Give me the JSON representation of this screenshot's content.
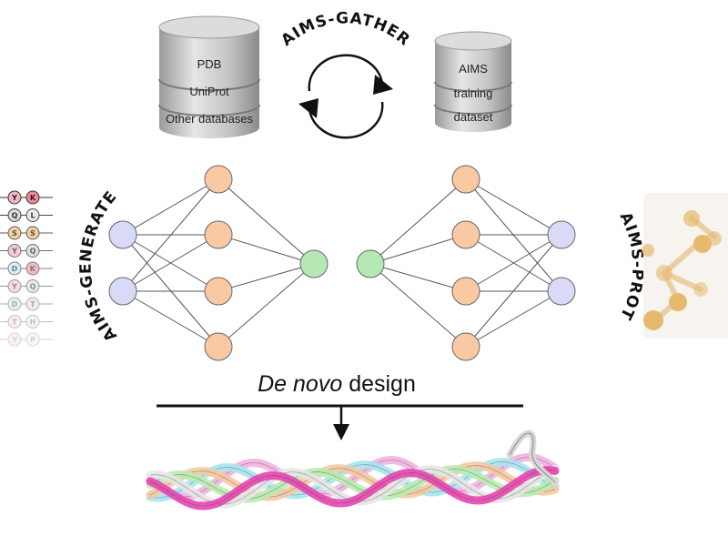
{
  "databases_left": {
    "rows": [
      "PDB",
      "UniProt",
      "Other databases"
    ]
  },
  "databases_right": {
    "rows": [
      "AIMS",
      "training",
      "dataset"
    ]
  },
  "modules": {
    "gather": "AIMS-GATHER",
    "generate": "AIMS-GENERATE",
    "prot": "AIMS-PROT"
  },
  "title": {
    "italic": "De novo",
    "rest": " design"
  },
  "sequence_rows": [
    [
      "Y",
      "K"
    ],
    [
      "Q",
      "L"
    ],
    [
      "S",
      "S"
    ],
    [
      "Y",
      "Q"
    ],
    [
      "D",
      "K"
    ],
    [
      "Y",
      "Q"
    ],
    [
      "D",
      "T"
    ],
    [
      "T",
      "H"
    ],
    [
      "Y",
      "P"
    ]
  ],
  "colors": {
    "input_node": "#d9d9f8",
    "hidden_node": "#f9c9a4",
    "output_node": "#b5e8b5",
    "edge": "#555555",
    "db_body": "#b8b8b8",
    "db_top": "#e0e0e0"
  }
}
